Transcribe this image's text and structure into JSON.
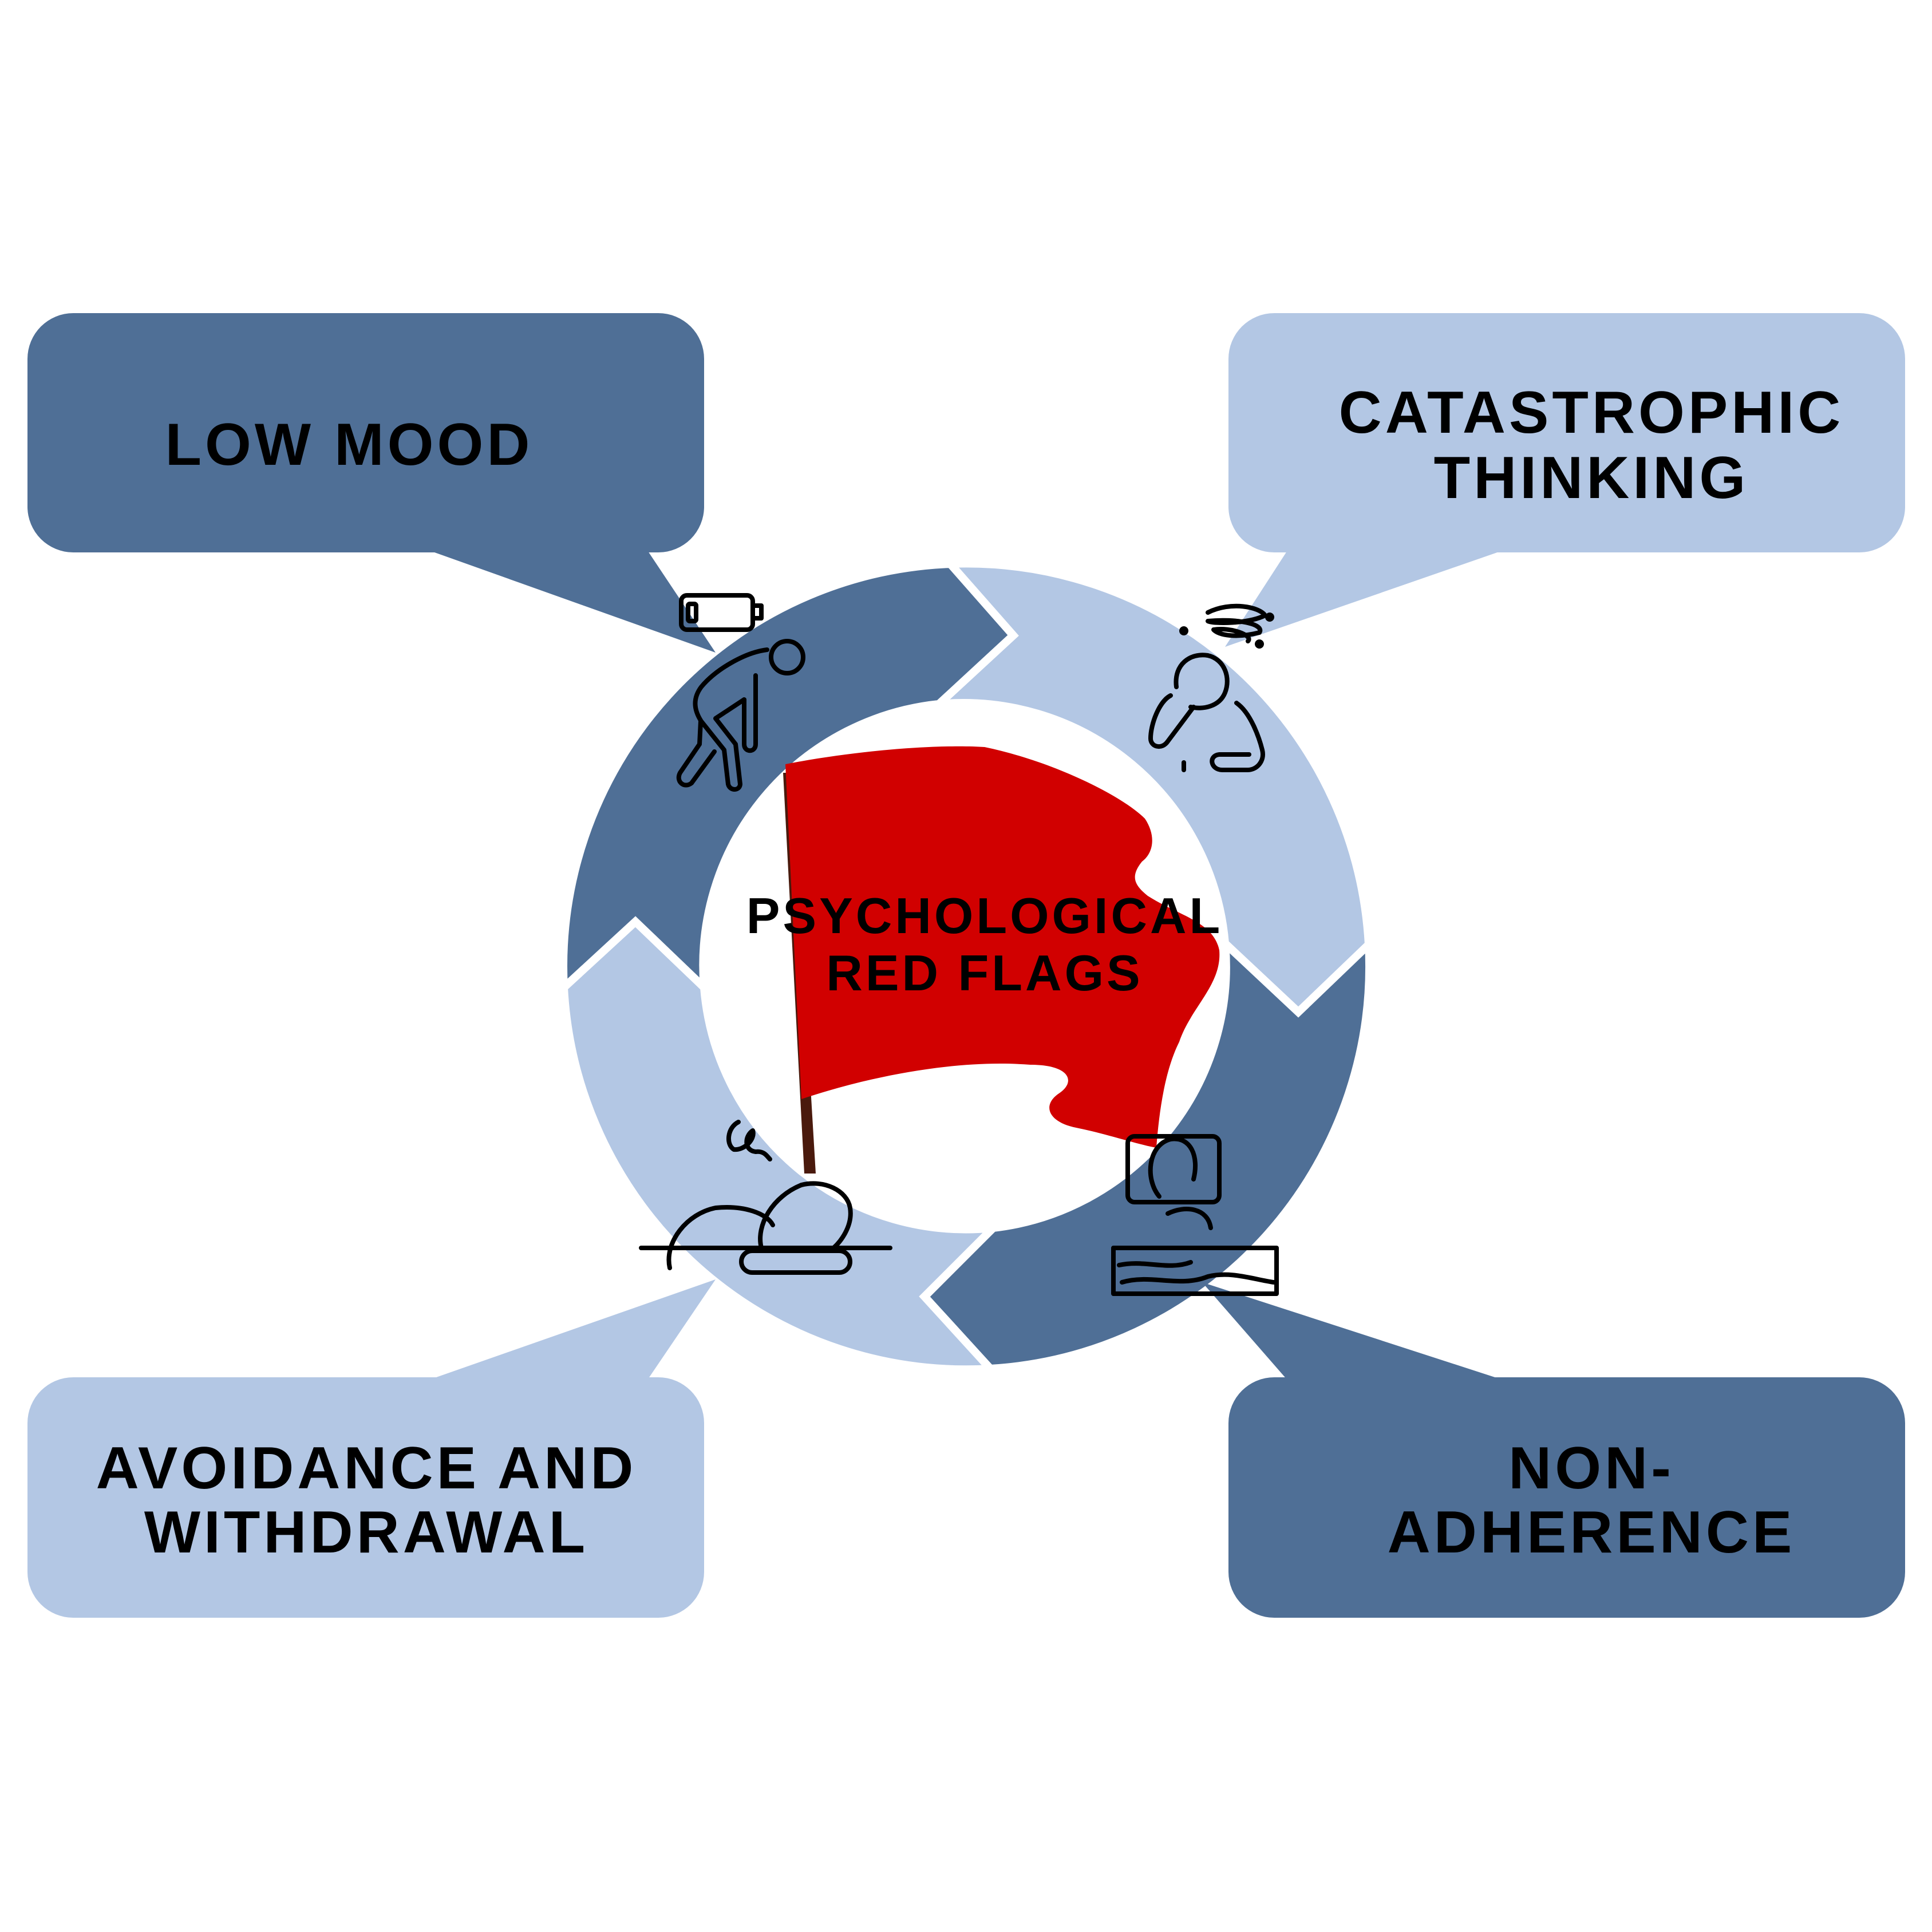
{
  "title": "Psychological Red Flags",
  "colors": {
    "dark_blue": "#4f6f96",
    "light_blue": "#b3c7e4",
    "flag_red": "#d10000",
    "flag_pole": "#4a1a0d",
    "background": "#ffffff",
    "text": "#000000"
  },
  "center": {
    "icon": "red-flag-icon",
    "lines": [
      "PSYCHOLOGICAL",
      "RED FLAGS"
    ]
  },
  "items": [
    {
      "id": "low-mood",
      "position": "top-left",
      "color": "dark_blue",
      "lines": [
        "LOW MOOD"
      ],
      "icon": "tired-person-low-battery-icon"
    },
    {
      "id": "catastrophic-thinking",
      "position": "top-right",
      "color": "light_blue",
      "lines": [
        "CATASTROPHIC",
        "THINKING"
      ],
      "icon": "distressed-person-head-in-hands-icon"
    },
    {
      "id": "non-adherence",
      "position": "bottom-right",
      "color": "dark_blue",
      "lines": [
        "NON-",
        "ADHERENCE"
      ],
      "icon": "person-in-bed-icon"
    },
    {
      "id": "avoidance-and-withdrawal",
      "position": "bottom-left",
      "color": "light_blue",
      "lines": [
        "AVOIDANCE AND",
        "WITHDRAWAL"
      ],
      "icon": "person-curled-up-icon"
    }
  ]
}
